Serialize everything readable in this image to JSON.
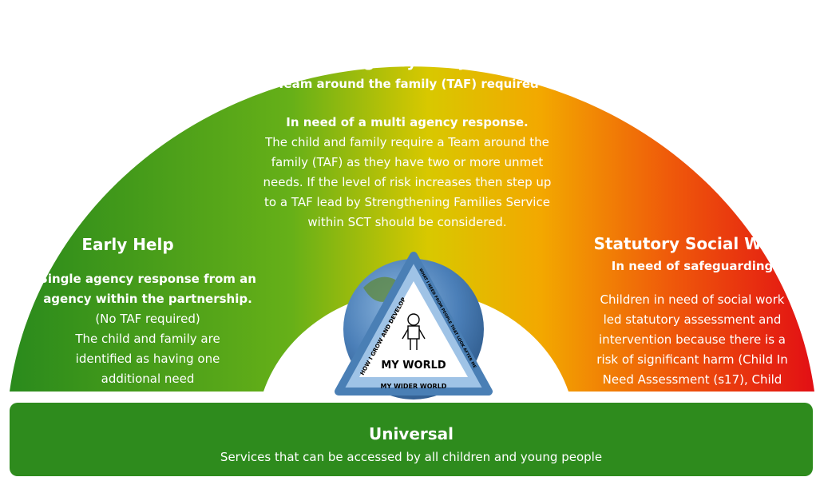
{
  "middle": {
    "title": "Multi agency Early Help",
    "subtitle": "Team around the family (TAF) required",
    "lead": "In need of a  multi agency response.",
    "lines": [
      "The child and family require a Team  around the",
      "family (TAF) as they  have  two or more  unmet",
      "needs. If  the  level of  risk increases then step up",
      "to a TAF lead  by Strengthening  Families  Service",
      "within SCT should be considered."
    ]
  },
  "left": {
    "title": "Early  Help",
    "bold_lines": [
      "Single agency response from an",
      "agency  within the  partnership."
    ],
    "lines": [
      "(No TAF required)",
      "The  child and  family are",
      "identified as  having one",
      "additional  need"
    ]
  },
  "right": {
    "title": "Statutory Social Work",
    "subtitle": "In need of safeguarding",
    "lines": [
      "Children in need of social work",
      "led statutory assessment and",
      "intervention because there is a",
      "risk of  significant harm (Child In",
      "Need Assessment (s17), Child"
    ]
  },
  "universal": {
    "title": "Universal",
    "body": "Services  that  can be  accessed by  all children and  young people"
  },
  "logo": {
    "center_text": "MY WORLD",
    "bottom_text": "MY WIDER WORLD",
    "left_text": "HOW I GROW AND DEVELOP",
    "right_text": "WHAT I NEED FROM PEOPLE THAT LOOK AFTER ME"
  },
  "colors": {
    "green": "#2e8b1d",
    "yellow": "#f3c400",
    "orange": "#f39200",
    "red": "#e30f0f",
    "globe": "#3f6fa8"
  }
}
